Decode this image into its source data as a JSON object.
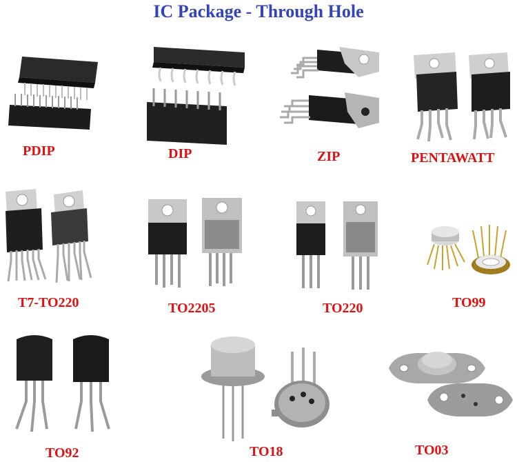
{
  "title": "IC Package - Through Hole",
  "colors": {
    "title": "#3344bb",
    "label": "#e01010"
  },
  "packages": [
    "PDIP",
    "DIP",
    "ZIP",
    "PENTAWATT",
    "T7-TO220",
    "TO2205",
    "TO220",
    "TO99",
    "TO92",
    "TO18",
    "TO03"
  ]
}
